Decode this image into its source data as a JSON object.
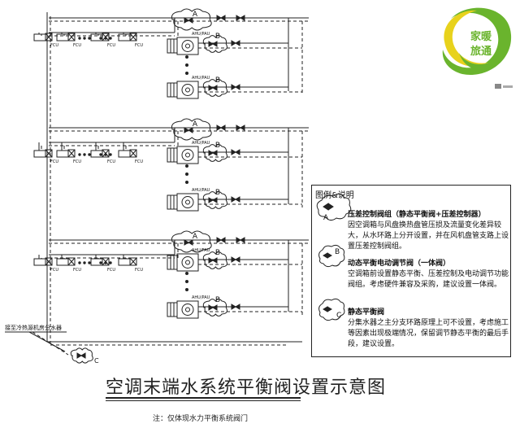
{
  "labels": {
    "fcu": "FCU",
    "ahu": "AHU/PAU",
    "a": "A",
    "b": "B",
    "c": "C",
    "main_pipe_label": "接至冷热源机房分水器"
  },
  "legend": {
    "title": "图例&说明",
    "item_a_title": "压差控制阀组（静态平衡阀+压差控制器）",
    "item_a_text": "因空调箱与风盘换热盘管压损及流量变化差异较大，从水环路上分开设置，并在风机盘管支路上设置压差控制阀组。",
    "item_b_title": "动态平衡电动调节阀（一体阀）",
    "item_b_text": "空调箱前设置静态平衡、压差控制及电动调节功能阀组。考虑硬件兼容及采购，建议设置一体阀。",
    "item_c_title": "静态平衡阀",
    "item_c_text": "分集水器之主分支环路原理上可不设置，考虑施工等因素出现极端情况，保留调节静态平衡的最后手段，建议设置。"
  },
  "title": "空调末端水系统平衡阀设置示意图",
  "note": "注：仅体现水力平衡系统阀门",
  "logo": {
    "line1": "家暖",
    "line2": "旅通",
    "colors": {
      "green": "#6ab42d",
      "yellow": "#e8d21c"
    }
  },
  "colors": {
    "line": "#222222",
    "bg": "#ffffff"
  }
}
